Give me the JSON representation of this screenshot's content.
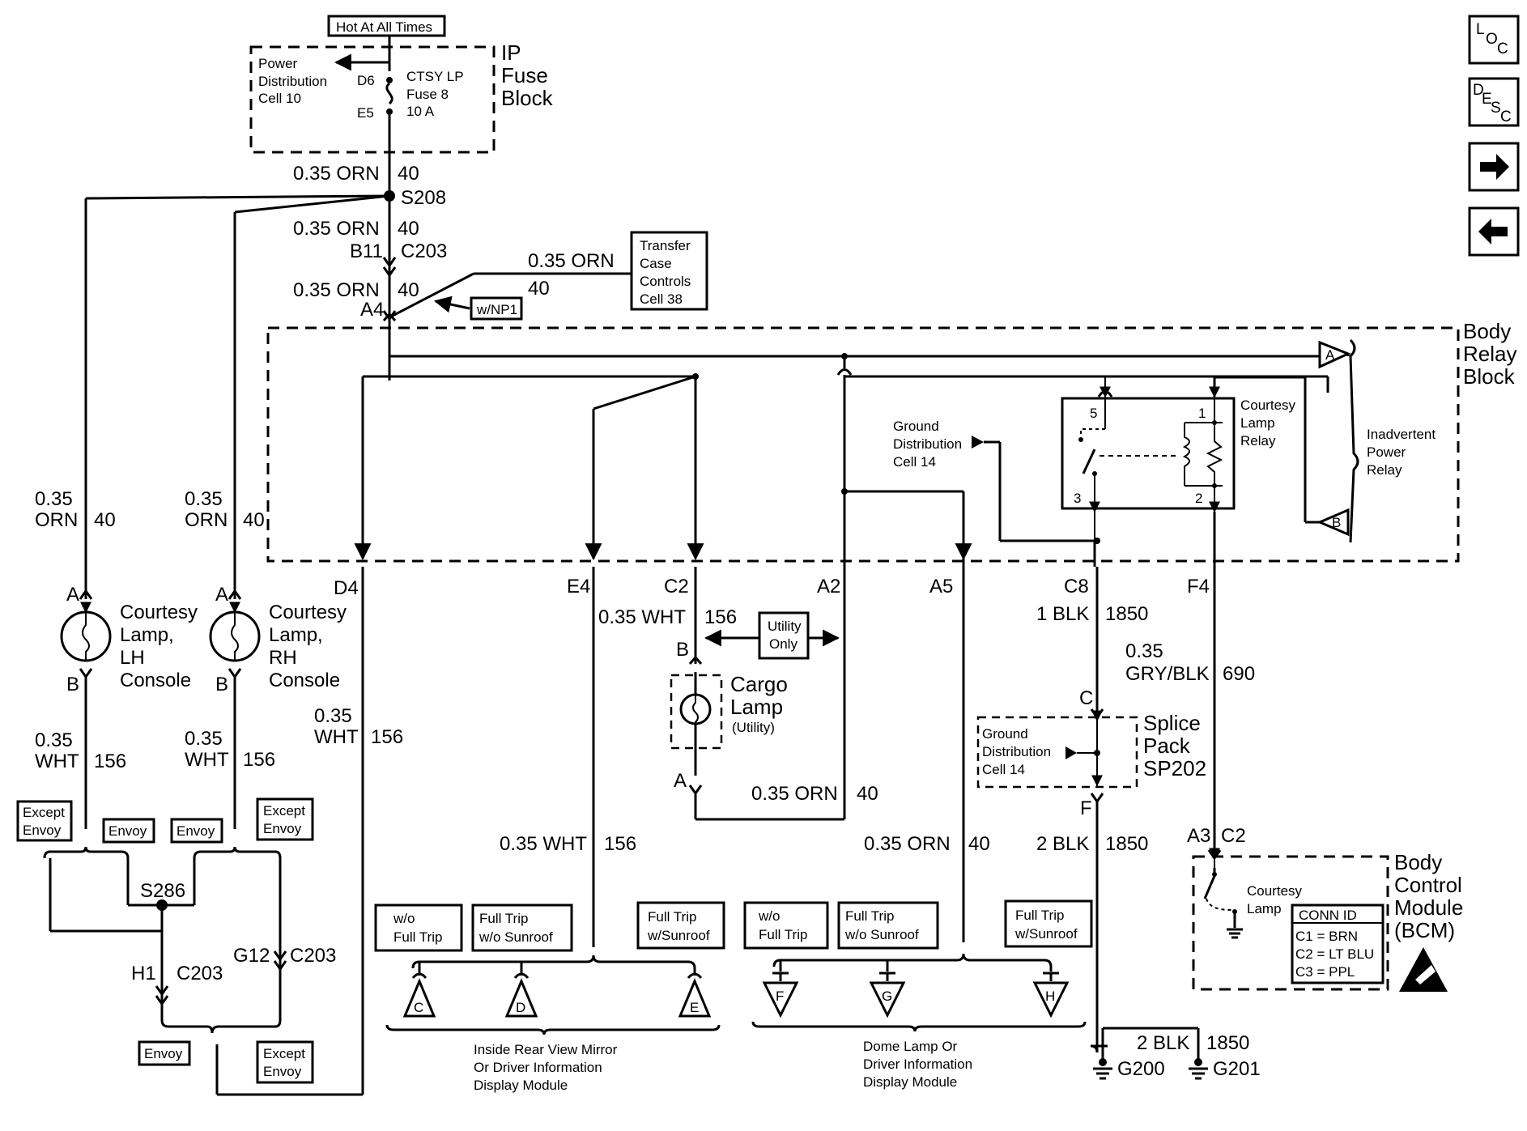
{
  "nav": {
    "loc": {
      "a": "L",
      "b": "O",
      "c": "C"
    },
    "desc": {
      "a": "D",
      "b": "E",
      "c": "S",
      "d": "C"
    },
    "next_icon": "arrow-right-icon",
    "prev_icon": "arrow-left-icon"
  },
  "fuse": {
    "hot": "Hot At All Times",
    "pdc": [
      "Power",
      "Distribution",
      "Cell 10"
    ],
    "d6": "D6",
    "e5": "E5",
    "fuse": [
      "CTSY LP",
      "Fuse 8",
      "10 A"
    ],
    "block": [
      "IP",
      "Fuse",
      "Block"
    ]
  },
  "wires": {
    "w1": "0.35 ORN",
    "c1": "40",
    "s208": "S208",
    "w2": "0.35 ORN",
    "c2": "40",
    "b11": "B11",
    "c203": "C203",
    "w3": "0.35 ORN",
    "c3": "40",
    "a4": "A4",
    "w4": "0.35 ORN",
    "c4": "40",
    "wnp1": "w/NP1",
    "tcc": [
      "Transfer",
      "Case",
      "Controls",
      "Cell 38"
    ]
  },
  "relay": {
    "title": [
      "Body",
      "Relay",
      "Block"
    ],
    "ground": [
      "Ground",
      "Distribution",
      "Cell 14"
    ],
    "courtesy": [
      "Courtesy",
      "Lamp",
      "Relay"
    ],
    "inadvertent": [
      "Inadvertent",
      "Power",
      "Relay"
    ],
    "a": "A",
    "b": "B",
    "p1": "1",
    "p2": "2",
    "p3": "3",
    "p5": "5"
  },
  "pins": {
    "d4": "D4",
    "e4": "E4",
    "c2": "C2",
    "a2": "A2",
    "a5": "A5",
    "c8": "C8",
    "f4": "F4"
  },
  "left": {
    "lh_size": "0.35",
    "lh_color": "ORN",
    "lh_circ": "40",
    "rh_size": "0.35",
    "rh_color": "ORN",
    "rh_circ": "40",
    "lamp_a": "A",
    "lamp_b": "B",
    "lh_label": [
      "Courtesy",
      "Lamp,",
      "LH",
      "Console"
    ],
    "rh_label": [
      "Courtesy",
      "Lamp,",
      "RH",
      "Console"
    ],
    "lh_wht_size": "0.35",
    "lh_wht": "WHT",
    "lh_wht_circ": "156",
    "rh_wht_size": "0.35",
    "rh_wht": "WHT",
    "rh_wht_circ": "156",
    "d4_size": "0.35",
    "d4_wht": "WHT",
    "d4_circ": "156",
    "except_envoy": [
      "Except",
      "Envoy"
    ],
    "envoy": "Envoy",
    "s286": "S286",
    "h1": "H1",
    "c203a": "C203",
    "g12": "G12",
    "c203b": "C203"
  },
  "middle": {
    "c2_wire": "0.35 WHT",
    "c2_circ": "156",
    "utility": [
      "Utility",
      "Only"
    ],
    "cargo": [
      "Cargo",
      "Lamp",
      "(Utility)"
    ],
    "pin_b": "B",
    "pin_a": "A",
    "orn": "0.35 ORN",
    "orn_circ": "40",
    "e4_wire": "0.35 WHT",
    "e4_circ": "156",
    "a5_wire": "0.35 ORN",
    "a5_circ": "40"
  },
  "right": {
    "c8_wire": "1 BLK",
    "c8_circ": "1850",
    "f4_size": "0.35",
    "f4_color": "GRY/BLK",
    "f4_circ": "690",
    "splice_c": "C",
    "splice_f": "F",
    "splice": [
      "Splice",
      "Pack",
      "SP202"
    ],
    "splice_ground": [
      "Ground",
      "Distribution",
      "Cell 14"
    ],
    "f_wire": "2 BLK",
    "f_circ": "1850",
    "g_wire": "2 BLK",
    "g_circ": "1850",
    "g200": "G200",
    "g201": "G201",
    "a3": "A3",
    "c2": "C2",
    "bcm": [
      "Body",
      "Control",
      "Module",
      "(BCM)"
    ],
    "bcm_lamp": [
      "Courtesy",
      "Lamp"
    ],
    "conn_id": "CONN ID",
    "conn": [
      "C1 = BRN",
      "C2 = LT BLU",
      "C3 = PPL"
    ]
  },
  "modules": {
    "wo_full_trip": [
      "w/o",
      "Full Trip"
    ],
    "full_trip_wo_sunroof": [
      "Full Trip",
      "w/o Sunroof"
    ],
    "full_trip_sunroof": [
      "Full Trip",
      "w/Sunroof"
    ],
    "c": "C",
    "d": "D",
    "e": "E",
    "f": "F",
    "g": "G",
    "h": "H",
    "mirror": [
      "Inside Rear View Mirror",
      "Or Driver Information",
      "Display Module"
    ],
    "dome": [
      "Dome Lamp Or",
      "Driver Information",
      "Display Module"
    ]
  },
  "icons": [
    "arrow-right-icon",
    "arrow-left-icon",
    "esd-warning-icon",
    "bulb-icon",
    "ground-icon",
    "relay-coil-icon",
    "resistor-icon",
    "switch-icon"
  ]
}
